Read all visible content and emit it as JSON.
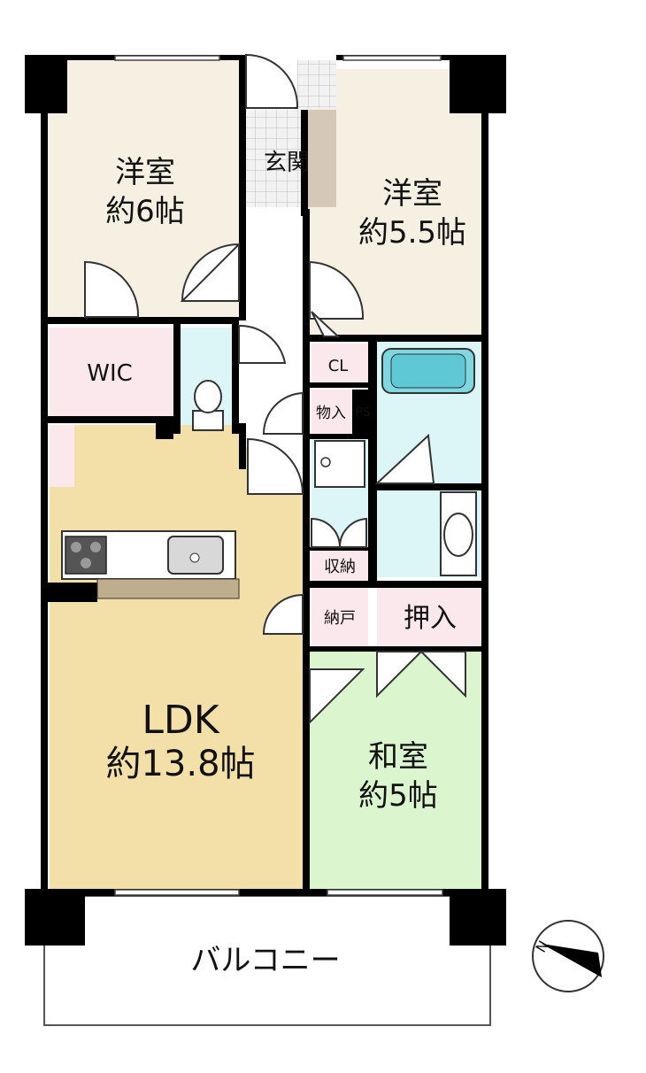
{
  "rooms": {
    "western_room_1": {
      "name": "洋室",
      "size": "約6帖"
    },
    "western_room_2": {
      "name": "洋室",
      "size": "約5.5帖"
    },
    "entrance": {
      "name": "玄関"
    },
    "wic": {
      "name": "WIC"
    },
    "closet": {
      "name": "CL"
    },
    "storage_small": {
      "name": "物入"
    },
    "ps": {
      "name": "PS"
    },
    "storage": {
      "name": "収納"
    },
    "nando": {
      "name": "納戸"
    },
    "oshiire": {
      "name": "押入"
    },
    "ldk": {
      "name": "LDK",
      "size": "約13.8帖"
    },
    "japanese_room": {
      "name": "和室",
      "size": "約5帖"
    },
    "balcony": {
      "name": "バルコニー"
    }
  },
  "compass": {
    "label": "N"
  },
  "colors": {
    "western_floor": "#f5f0e2",
    "ldk_floor": "#f3dfa8",
    "japanese_floor": "#dbf5cf",
    "wet_area": "#dcf6f8",
    "storage": "#fbe8ec",
    "entrance_tile": "#eeeeee",
    "wall": "#000000"
  }
}
